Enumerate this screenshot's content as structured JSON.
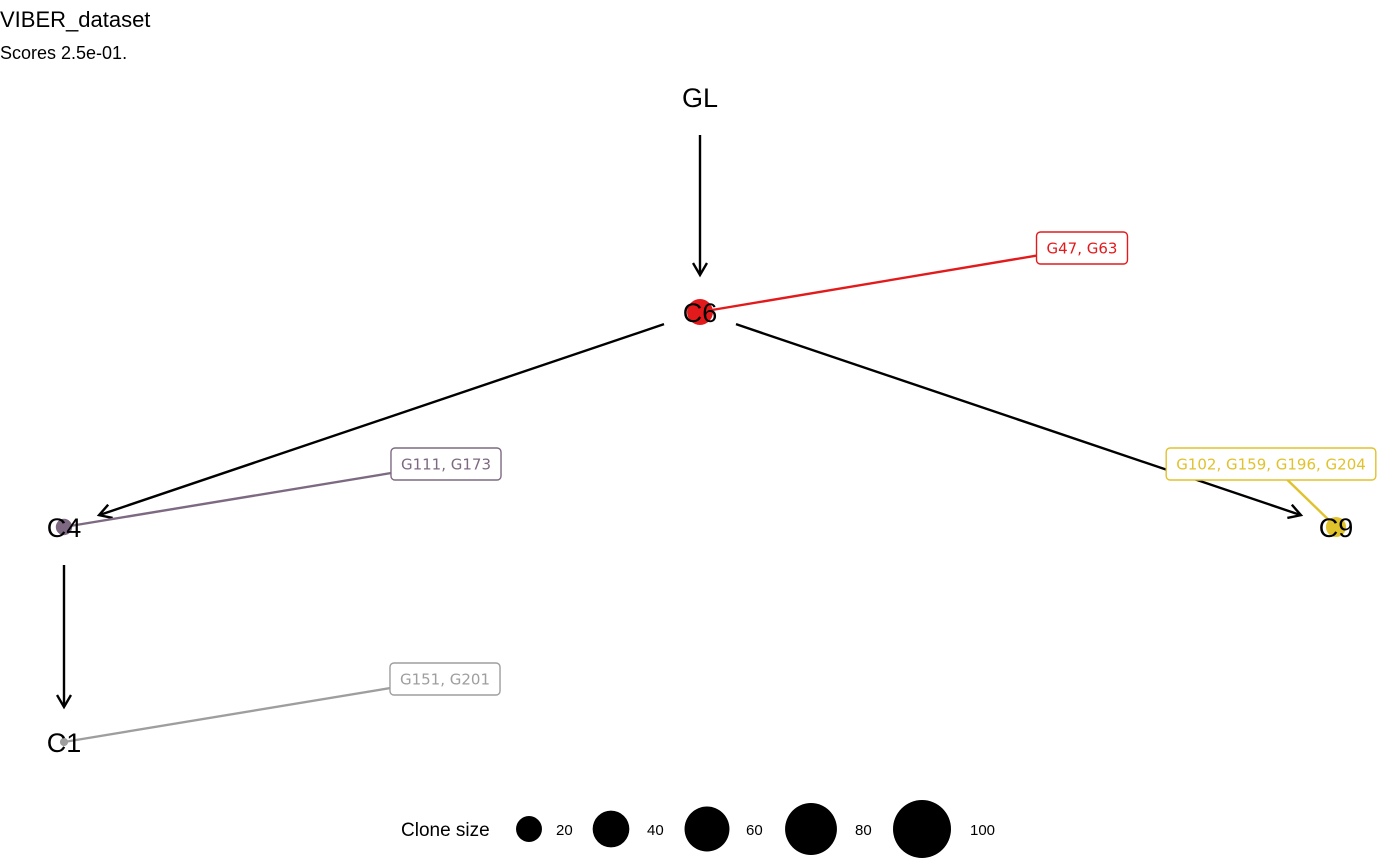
{
  "header": {
    "title": "VIBER_dataset",
    "subtitle": "Scores 2.5e-01."
  },
  "nodes": [
    {
      "id": "GL",
      "label": "GL",
      "root": true
    },
    {
      "id": "C6",
      "label": "C6",
      "color": "#e31a1c",
      "size": 20
    },
    {
      "id": "C4",
      "label": "C4",
      "color": "#7d6a82",
      "size": 8
    },
    {
      "id": "C9",
      "label": "C9",
      "color": "#e0c22c",
      "size": 12
    },
    {
      "id": "C1",
      "label": "C1",
      "color": "#9e9e9e",
      "size": 2
    }
  ],
  "edges": [
    {
      "from": "GL",
      "to": "C6"
    },
    {
      "from": "C6",
      "to": "C4"
    },
    {
      "from": "C6",
      "to": "C9"
    },
    {
      "from": "C4",
      "to": "C1"
    }
  ],
  "gene_labels": [
    {
      "node": "C6",
      "text": "G47, G63",
      "color": "#e31a1c"
    },
    {
      "node": "C4",
      "text": "G111, G173",
      "color": "#7d6a82"
    },
    {
      "node": "C9",
      "text": "G102, G159, G196, G204",
      "color": "#e0c22c"
    },
    {
      "node": "C1",
      "text": "G151, G201",
      "color": "#9e9e9e"
    }
  ],
  "legend": {
    "title": "Clone size",
    "items": [
      {
        "label": "20",
        "value": 20
      },
      {
        "label": "40",
        "value": 40
      },
      {
        "label": "60",
        "value": 60
      },
      {
        "label": "80",
        "value": 80
      },
      {
        "label": "100",
        "value": 100
      }
    ]
  }
}
